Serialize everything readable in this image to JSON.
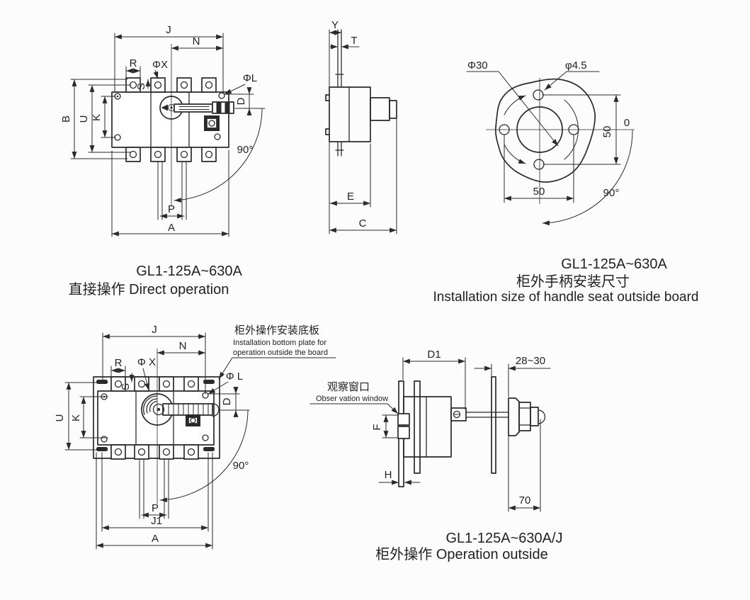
{
  "palette": {
    "ink": "#2a2a2a",
    "paper": "#fcfcfc"
  },
  "views": {
    "direct": {
      "dims": {
        "j": "J",
        "n": "N",
        "r": "R",
        "phi_x": "ΦX",
        "s": "S",
        "phi_l": "ΦL",
        "b": "B",
        "u": "U",
        "k": "K",
        "d": "D",
        "p": "P",
        "a": "A",
        "angle": "90°"
      },
      "caption_line1": "GL1-125A~630A",
      "caption_line2": "直接操作 Direct operation"
    },
    "side": {
      "dims": {
        "y": "Y",
        "t": "T",
        "e": "E",
        "c": "C"
      }
    },
    "handle_seat": {
      "dims": {
        "phi_30": "Φ30",
        "phi_45": "φ4.5",
        "v50": "50",
        "zero": "0",
        "h50": "50",
        "angle": "90°"
      },
      "caption_line1": "GL1-125A~630A",
      "caption_line2": "柜外手柄安装尺寸",
      "caption_line3": "Installation size of handle seat outside board"
    },
    "outside_front": {
      "dims": {
        "j": "J",
        "n": "N",
        "r": "R",
        "phi_x": "Φ X",
        "s": "S",
        "phi_l": "Φ L",
        "d": "D",
        "u": "U",
        "k": "K",
        "p": "P",
        "j1": "J1",
        "a": "A",
        "angle": "90°"
      },
      "callout": {
        "line1_cn": "柜外操作安装底板",
        "line2": "Installation bottom plate for",
        "line3": "operation outside the board"
      }
    },
    "outside_side": {
      "dims": {
        "d1": "D1",
        "panel_gap": "28~30",
        "f": "F",
        "h": "H",
        "len70": "70"
      },
      "callout": {
        "line1_cn": "观察窗口",
        "line2": "Obser vation window"
      },
      "caption_line1": "GL1-125A~630A/J",
      "caption_line2": "柜外操作 Operation outside"
    }
  }
}
